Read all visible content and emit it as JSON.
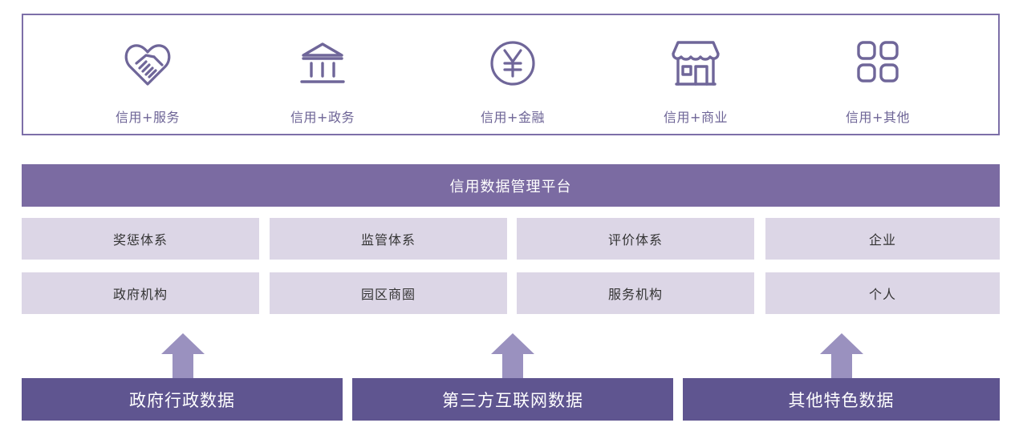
{
  "services": [
    {
      "label": "信用+服务",
      "icon": "handshake-heart-icon"
    },
    {
      "label": "信用+政务",
      "icon": "government-building-icon"
    },
    {
      "label": "信用+金融",
      "icon": "yen-coin-icon"
    },
    {
      "label": "信用+商业",
      "icon": "storefront-icon"
    },
    {
      "label": "信用+其他",
      "icon": "grid-apps-icon"
    }
  ],
  "platform": {
    "title": "信用数据管理平台"
  },
  "grid": {
    "row1": [
      "奖惩体系",
      "监管体系",
      "评价体系",
      "企业"
    ],
    "row2": [
      "政府机构",
      "园区商圈",
      "服务机构",
      "个人"
    ]
  },
  "sources": [
    "政府行政数据",
    "第三方互联网数据",
    "其他特色数据"
  ],
  "colors": {
    "border": "#7d6fa8",
    "icon": "#6f6699",
    "platform_bar": "#7b6ba2",
    "cell_bg": "#dcd6e6",
    "arrow": "#9a91bf",
    "source_bar": "#5f5590"
  }
}
